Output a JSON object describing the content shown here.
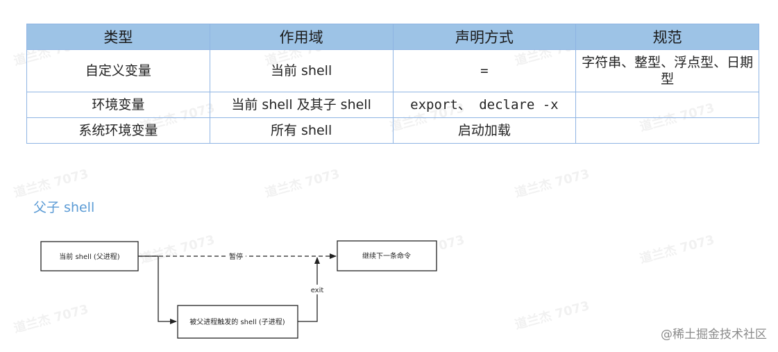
{
  "table": {
    "headers": [
      "类型",
      "作用域",
      "声明方式",
      "规范"
    ],
    "rows": [
      [
        "自定义变量",
        "当前 shell",
        "=",
        "字符串、整型、浮点型、日期型"
      ],
      [
        "环境变量",
        "当前 shell 及其子 shell",
        "export、 declare -x",
        ""
      ],
      [
        "系统环境变量",
        "所有 shell",
        "启动加载",
        ""
      ]
    ]
  },
  "section_title": "父子 shell",
  "diagram": {
    "box_current": "当前 shell (父进程)",
    "box_continue": "继续下一条命令",
    "box_child": "被父进程触发的 shell (子进程)",
    "label_pause": "暂停",
    "label_exit": "exit",
    "colors": {
      "line": "#222222",
      "box_border": "#222222"
    }
  },
  "watermark": "道兰杰 7073",
  "brand": "@稀土掘金技术社区",
  "colors": {
    "header_bg": "#9dc3e6",
    "border": "#8eb4e3",
    "section_title": "#5b9bd5"
  }
}
